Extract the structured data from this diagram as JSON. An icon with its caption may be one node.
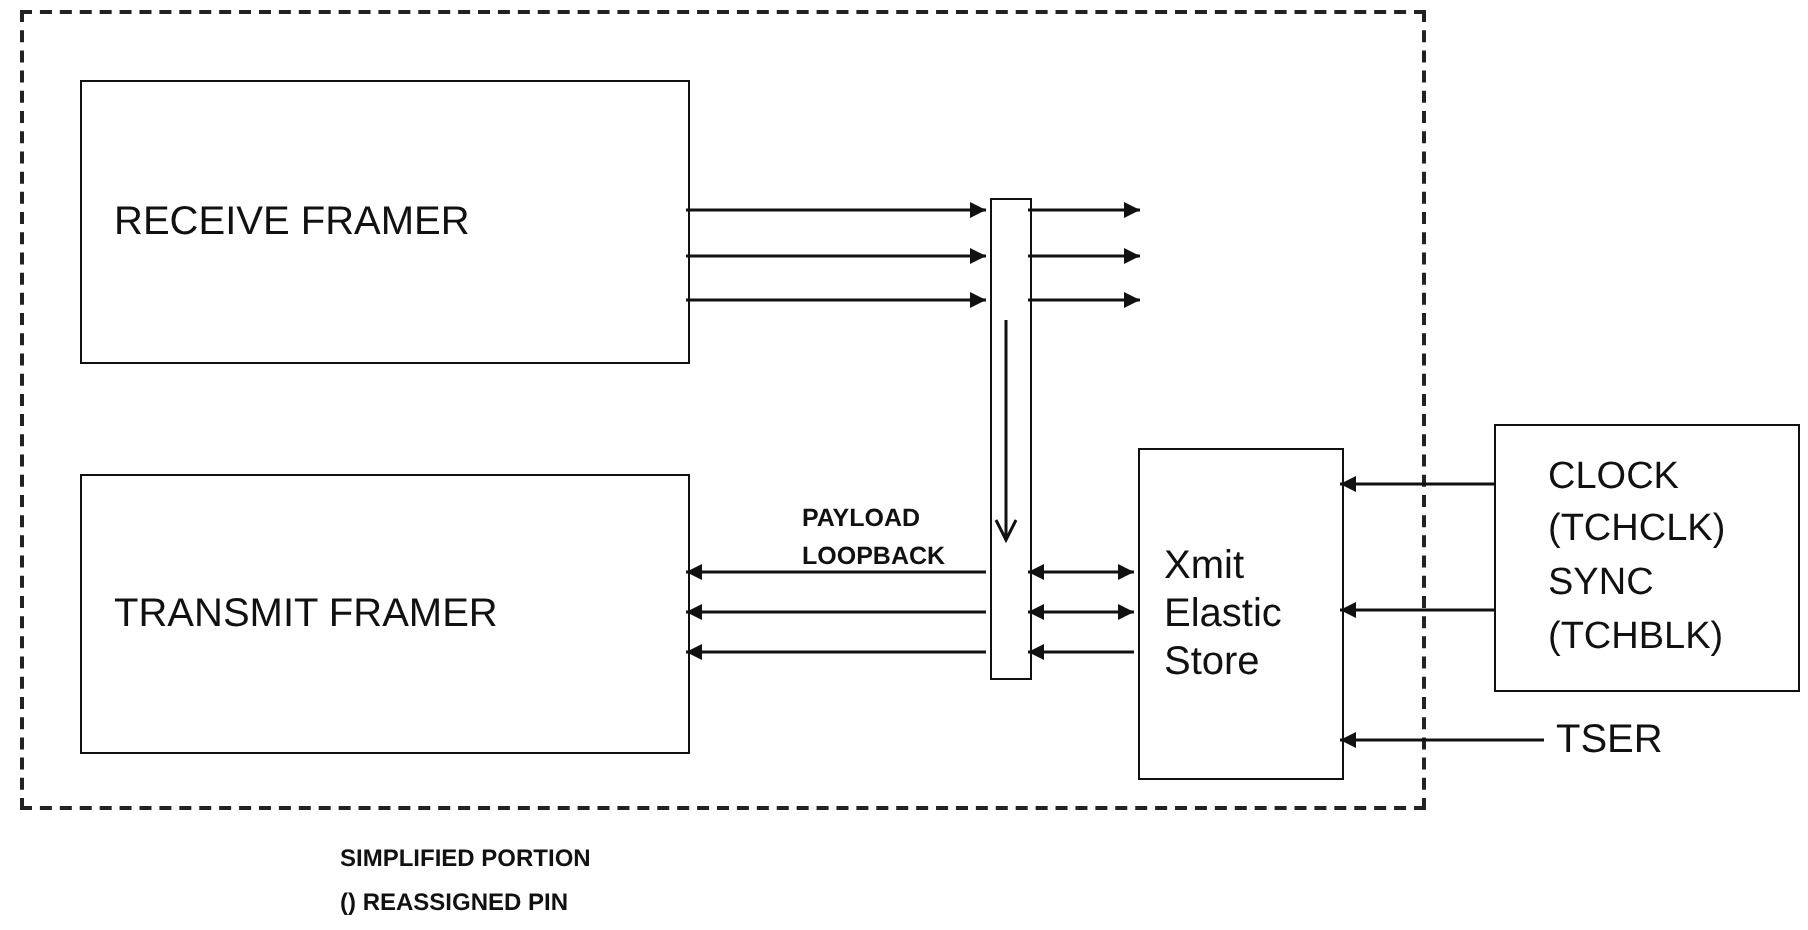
{
  "diagram": {
    "nodes": [
      {
        "text": [],
        "shape": "box"
      },
      {
        "text": [
          "RECEIVE FRAMER"
        ],
        "in": 0
      },
      {
        "text": [
          "TRANSMIT FRAMER"
        ],
        "in": 0
      },
      {
        "text": [],
        "shape": "bar",
        "in": 0,
        "beside": [
          "PAYLOAD LOOPBACK"
        ]
      },
      {
        "text": [
          "Xmit Elastic Store"
        ],
        "in": 0
      },
      {
        "text": [
          "CLOCK (TCHCLK)",
          "SYNC (TCHBLK)"
        ]
      },
      {
        "text": [
          "TSER"
        ]
      }
    ],
    "edges": [
      {
        "from": 1,
        "to": 3,
        "arrow": "to"
      },
      {
        "from": 1,
        "to": 3,
        "arrow": "to"
      },
      {
        "from": 1,
        "to": 3,
        "arrow": "to"
      },
      {
        "from": 3,
        "to": null,
        "arrow": "to"
      },
      {
        "from": 3,
        "to": null,
        "arrow": "to"
      },
      {
        "from": 3,
        "to": null,
        "arrow": "to"
      },
      {
        "from": 3,
        "to": 2,
        "arrow": "to"
      },
      {
        "from": 3,
        "to": 2,
        "arrow": "to"
      },
      {
        "from": 3,
        "to": 2,
        "arrow": "to"
      },
      {
        "from": 4,
        "to": 3,
        "arrow": "both"
      },
      {
        "from": 4,
        "to": 3,
        "arrow": "both"
      },
      {
        "from": 4,
        "to": 3,
        "arrow": "to"
      },
      {
        "from": 5,
        "to": 4,
        "arrow": "to"
      },
      {
        "from": 5,
        "to": 4,
        "arrow": "to"
      },
      {
        "from": 6,
        "to": 4,
        "arrow": "to"
      }
    ],
    "labels": [
      "SIMPLIFIED PORTION",
      "() REASSIGNED PIN"
    ]
  }
}
